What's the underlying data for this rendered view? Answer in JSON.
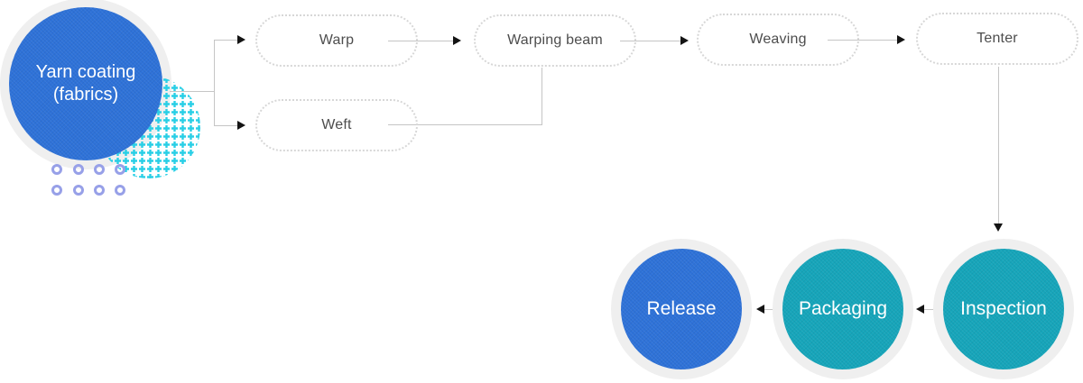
{
  "flow": {
    "source": {
      "line1": "Yarn coating",
      "line2": "(fabrics)"
    },
    "pills": [
      {
        "id": "warp",
        "label": "Warp"
      },
      {
        "id": "weft",
        "label": "Weft"
      },
      {
        "id": "warping-beam",
        "label": "Warping beam"
      },
      {
        "id": "weaving",
        "label": "Weaving"
      },
      {
        "id": "tenter",
        "label": "Tenter"
      }
    ],
    "end_circles": [
      {
        "id": "release",
        "label": "Release",
        "color": "blue"
      },
      {
        "id": "packaging",
        "label": "Packaging",
        "color": "teal"
      },
      {
        "id": "inspection",
        "label": "Inspection",
        "color": "teal"
      }
    ]
  },
  "colors": {
    "accent-blue": "#2e72d8",
    "accent-teal": "#16a5ba",
    "halo-gray": "#efefef",
    "dot-cyan": "#29cfe6",
    "ring-purple": "#97a0e8",
    "line-gray": "#c5c5c5",
    "arrow-black": "#141414",
    "pill-border": "#d7d7d7",
    "pill-text": "#4d4d4d"
  }
}
